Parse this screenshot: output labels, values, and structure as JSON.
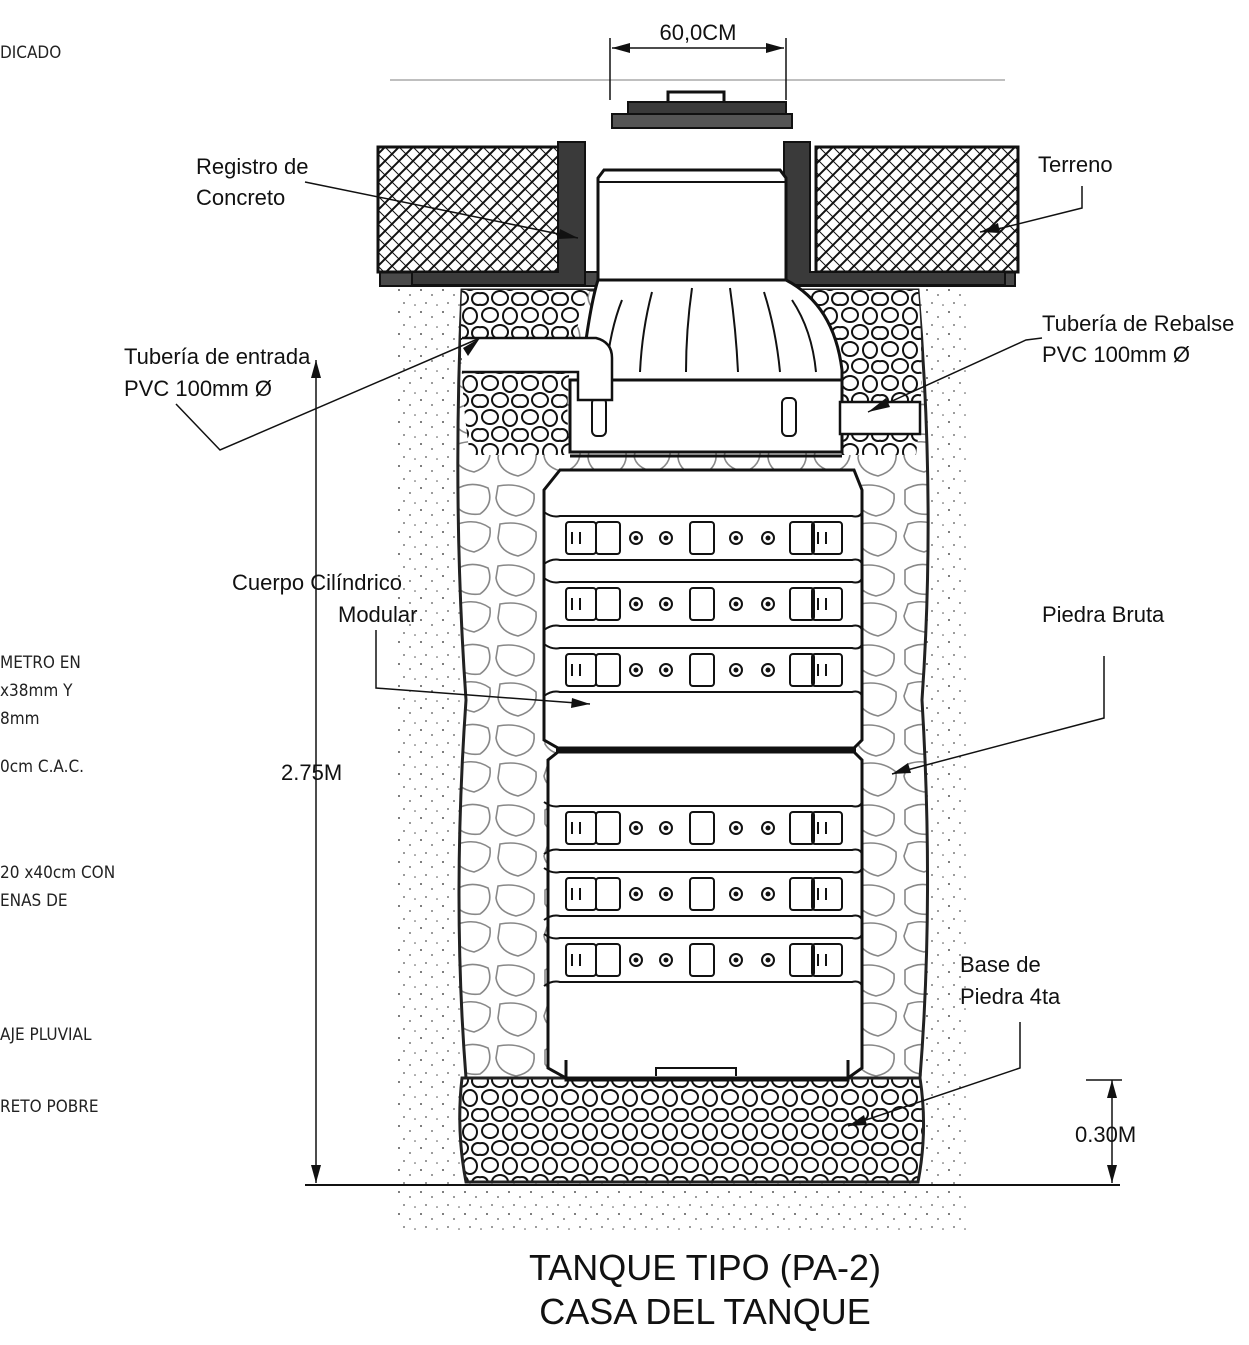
{
  "notes_left": [
    "DICADO",
    "METRO EN",
    "x38mm Y",
    "8mm",
    "0cm C.A.C.",
    "20  x40cm CON",
    "ENAS  DE",
    "AJE  PLUVIAL",
    "RETO  POBRE"
  ],
  "labels": {
    "registro": [
      "Registro de",
      "Concreto"
    ],
    "terreno": "Terreno",
    "entrada": [
      "Tubería de entrada",
      "PVC 100mm Ø"
    ],
    "rebalse": [
      "Tubería de Rebalse",
      "PVC 100mm Ø"
    ],
    "cuerpo": [
      "Cuerpo Cilíndrico",
      "Modular"
    ],
    "piedra_bruta": "Piedra Bruta",
    "base": [
      "Base de",
      "Piedra 4ta"
    ]
  },
  "dimensions": {
    "top_width": "60,0CM",
    "height": "2.75M",
    "base_height": "0.30M"
  },
  "title": [
    "TANQUE TIPO (PA-2)",
    "CASA DEL TANQUE"
  ]
}
